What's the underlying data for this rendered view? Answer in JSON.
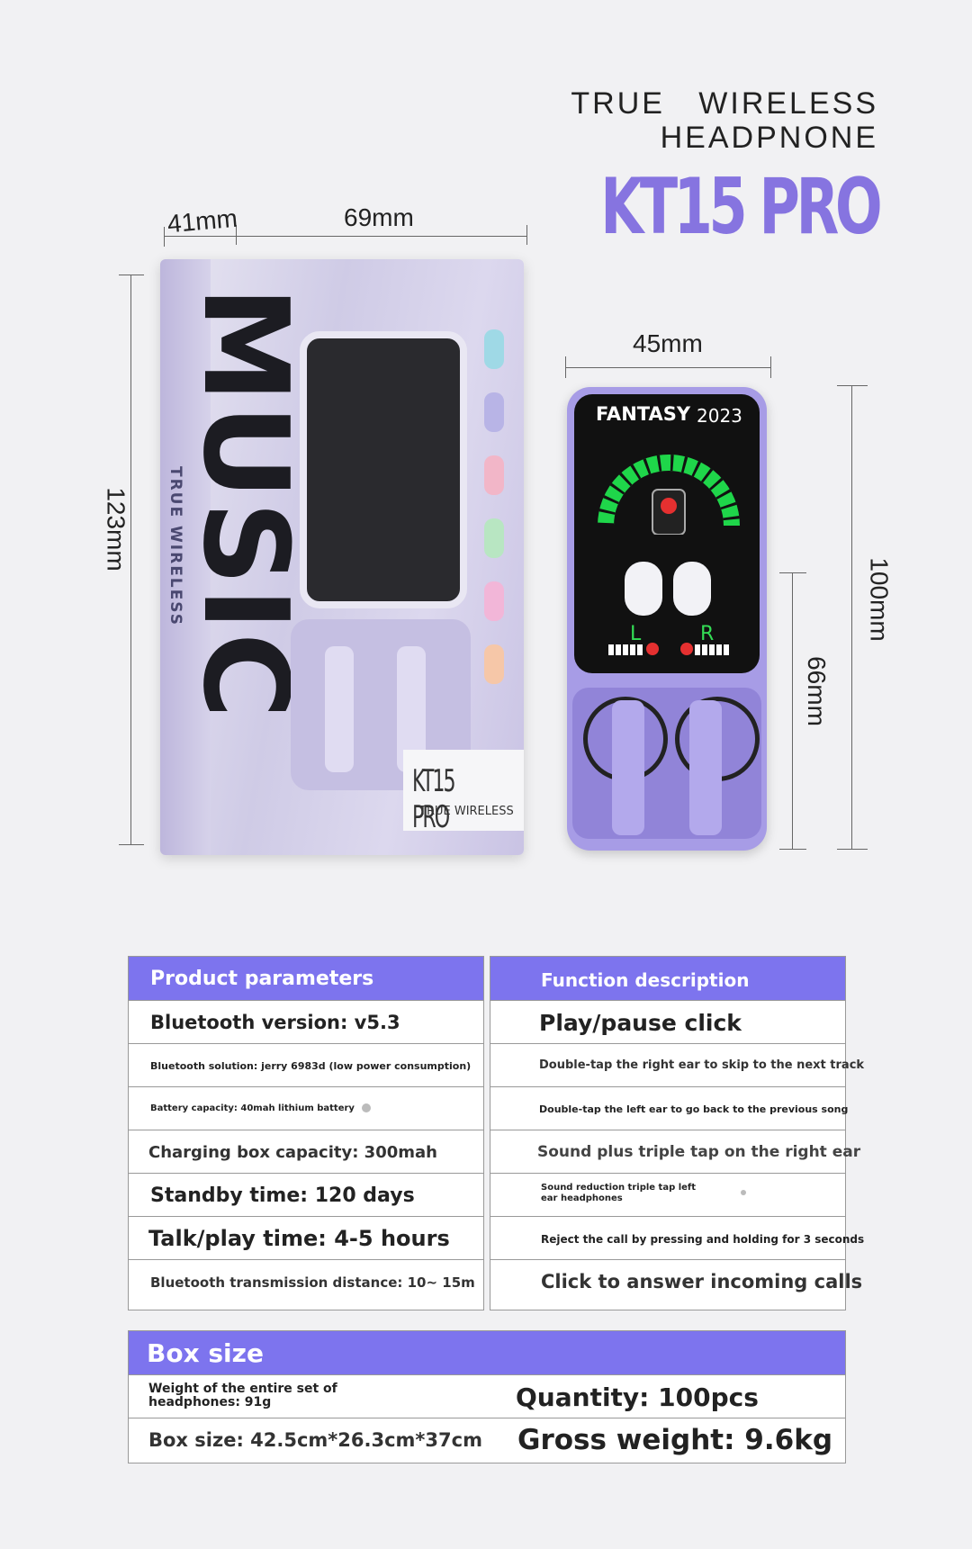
{
  "header": {
    "line1": "TRUE   WIRELESS",
    "line2": "HEADPNONE",
    "model": "KT15 PRO"
  },
  "dimensions": {
    "depth": "41mm",
    "width": "69mm",
    "height": "123mm",
    "device_width": "45mm",
    "device_height": "100mm",
    "cradle_height": "66mm"
  },
  "package": {
    "big_text": "MUSIC",
    "side_text": "TRUE WIRELESS",
    "model": "KT15 PRO",
    "subtitle": "TRUE WIRELESS"
  },
  "device": {
    "brand": "FANTASY",
    "year": "2023",
    "left": "L",
    "right": "R",
    "gauge_ticks": [
      "10",
      "20",
      "30",
      "40",
      "50",
      "60",
      "70",
      "80",
      "90",
      "100"
    ]
  },
  "product_parameters": {
    "title": "Product parameters",
    "rows": [
      "Bluetooth version: v5.3",
      "Bluetooth solution: jerry 6983d (low power consumption)",
      "Battery capacity: 40mah lithium battery",
      "Charging box capacity: 300mah",
      "Standby time: 120 days",
      "Talk/play time: 4-5 hours",
      "Bluetooth transmission distance: 10~ 15m"
    ]
  },
  "function_description": {
    "title": "Function description",
    "rows": [
      "Play/pause click",
      "Double-tap the right ear to skip to the next track",
      "Double-tap the left ear to go back to the previous song",
      "Sound plus triple tap on the right ear",
      "Sound reduction triple tap left ear headphones",
      "Reject the call by pressing and holding for 3 seconds",
      "Click to answer incoming calls"
    ]
  },
  "box_size": {
    "title": "Box size",
    "weight_set": "Weight of the entire set of headphones: 91g",
    "quantity": "Quantity: 100pcs",
    "box_size": "Box size: 42.5cm*26.3cm*37cm",
    "gross_weight": "Gross weight: 9.6kg"
  },
  "colors": {
    "accent": "#7d74ee",
    "model_text": "#8674e0",
    "device_body": "#a79ce6"
  }
}
